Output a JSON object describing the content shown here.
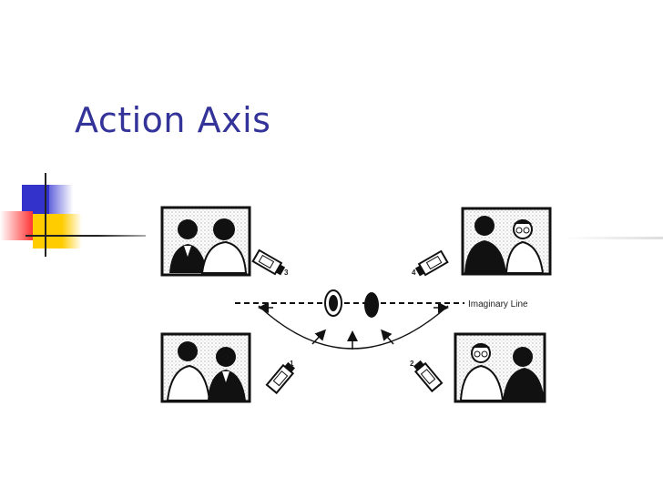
{
  "slide": {
    "title": "Action Axis"
  },
  "diagram": {
    "axis_label": "Imaginary Line",
    "cameras": [
      {
        "id": "1",
        "label": "1"
      },
      {
        "id": "2",
        "label": "2"
      },
      {
        "id": "3",
        "label": "3"
      },
      {
        "id": "4",
        "label": "4"
      }
    ]
  },
  "colors": {
    "title": "#333399",
    "deco_blue": "#3333cc",
    "deco_yellow": "#ffcc00",
    "deco_red": "#ff3333"
  }
}
